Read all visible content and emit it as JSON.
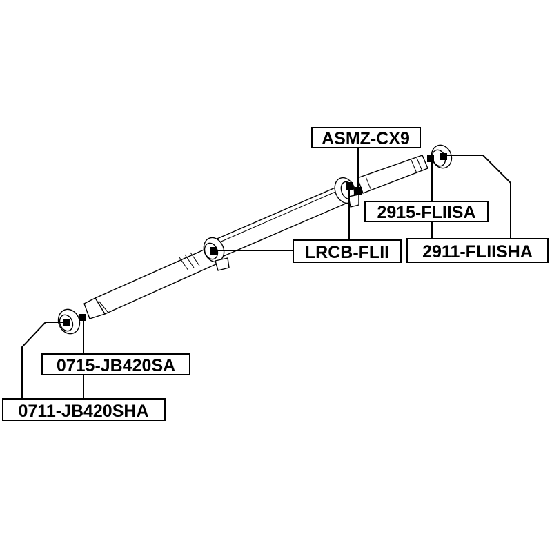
{
  "labels": {
    "center_support": "ASMZ-CX9",
    "rear_joint": "2915-FLIISA",
    "rear_flange": "2911-FLIISHA",
    "center_bearing": "LRCB-FLII",
    "front_joint": "0715-JB420SA",
    "front_flange": "0711-JB420SHA"
  },
  "colors": {
    "line": "#000000",
    "background": "#ffffff"
  }
}
